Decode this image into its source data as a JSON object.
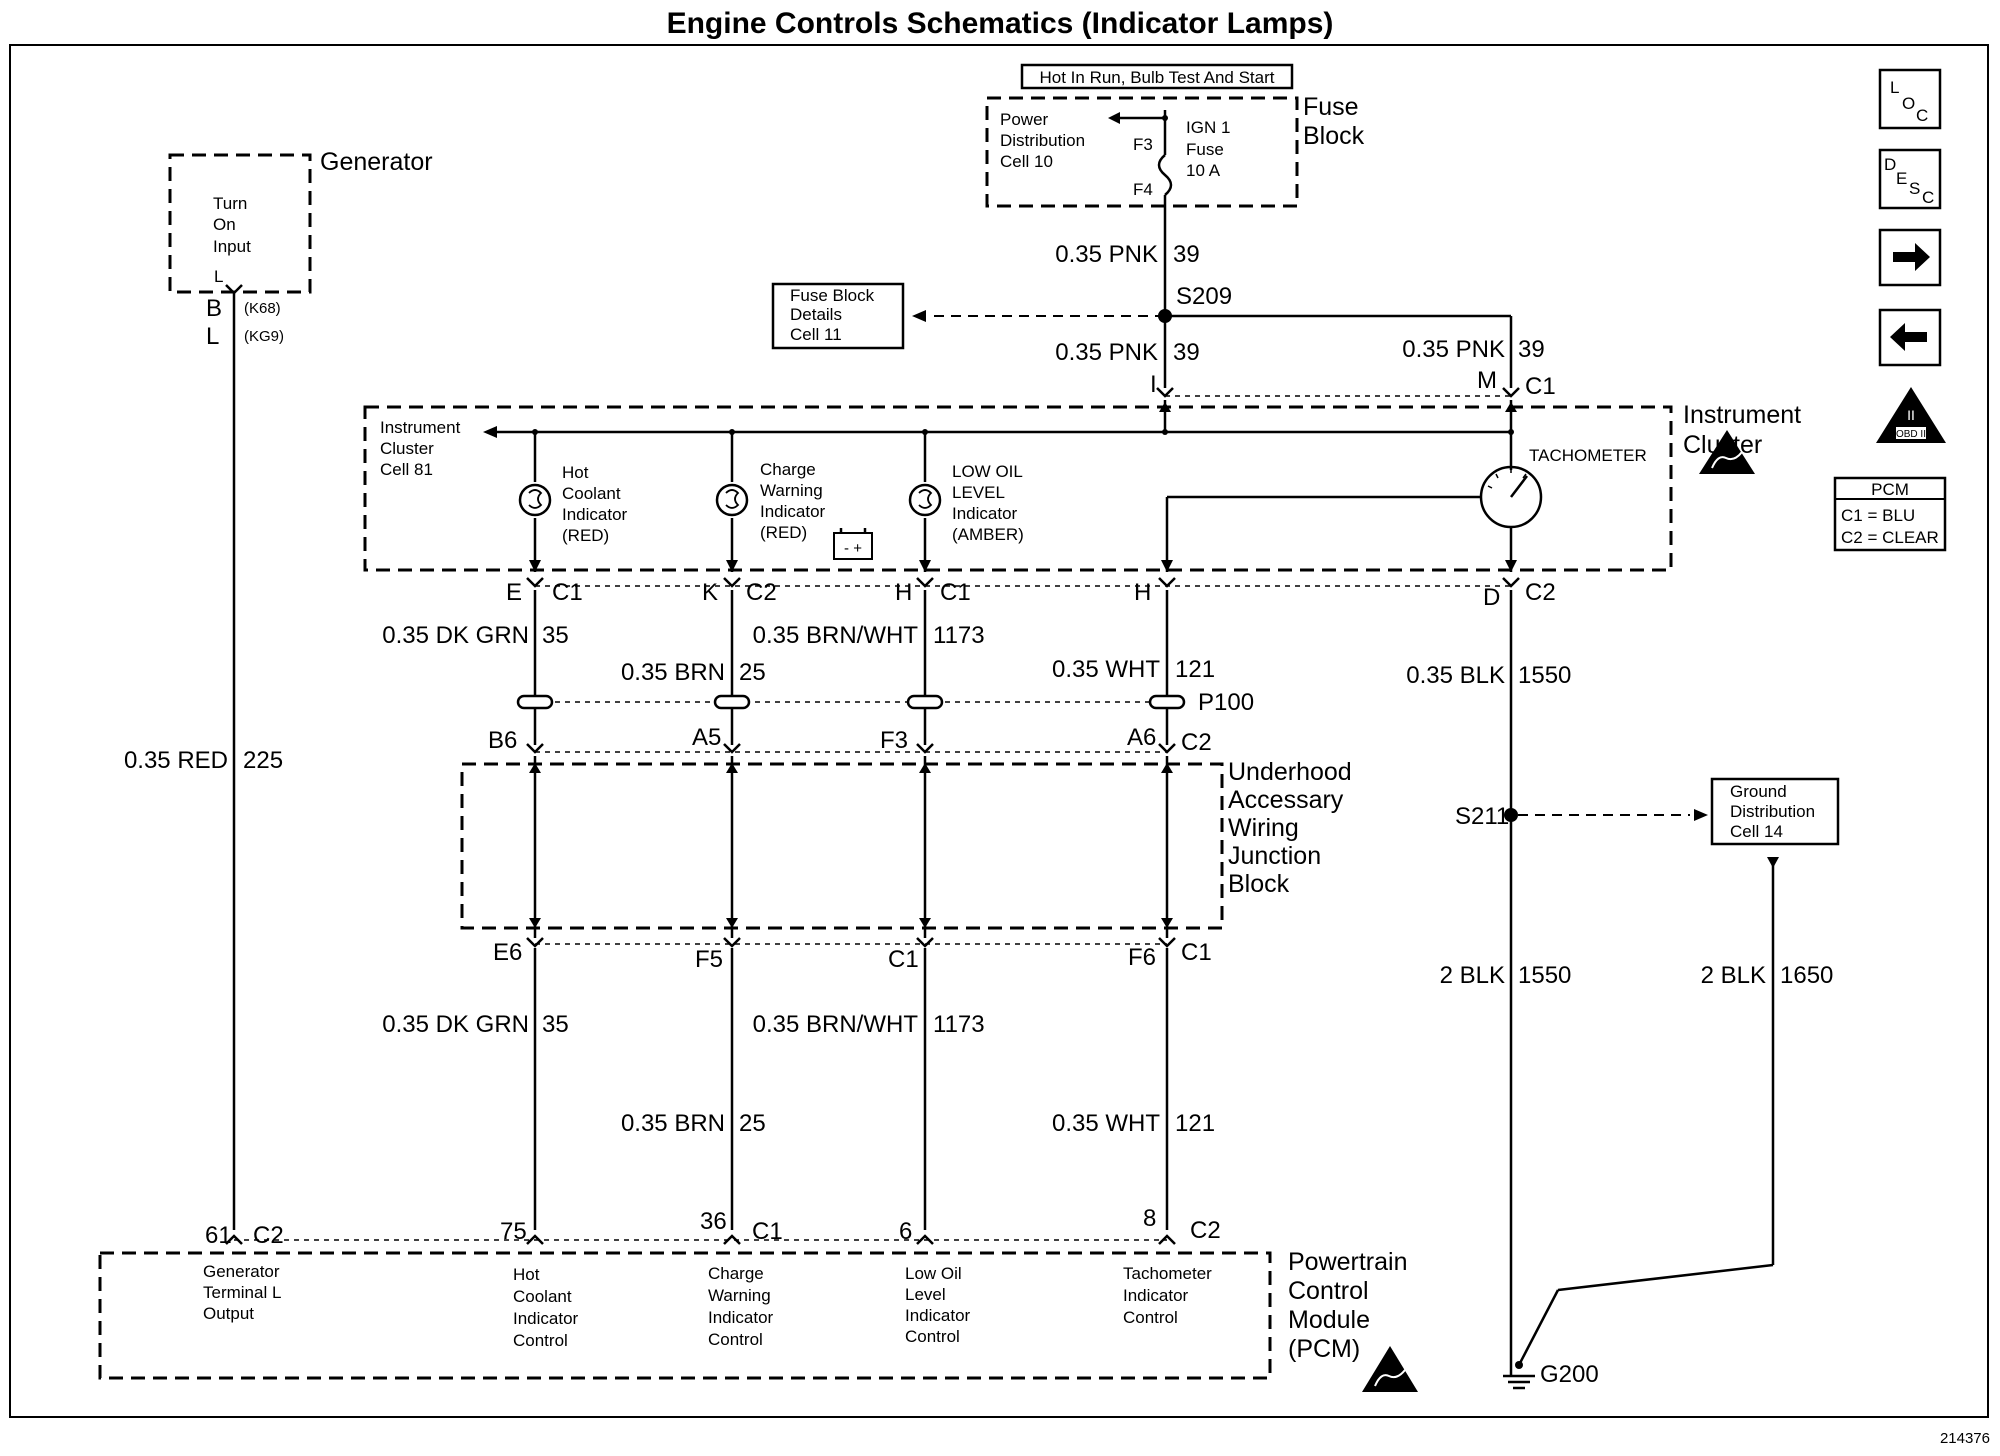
{
  "title": "Engine Controls Schematics (Indicator Lamps)",
  "figure_number": "214376",
  "hot_label": "Hot In Run, Bulb Test And Start",
  "fuse_block": {
    "label": [
      "Fuse",
      "Block"
    ],
    "power_dist": [
      "Power",
      "Distribution",
      "Cell 10"
    ],
    "fuse": [
      "IGN 1",
      "Fuse",
      "10 A"
    ],
    "f3": "F3",
    "f4": "F4"
  },
  "generator": {
    "label": "Generator",
    "inner": [
      "Turn",
      "On",
      "Input"
    ],
    "pin_l": "L",
    "pin_b": "B",
    "pin_l2": "L",
    "k68": "(K68)",
    "kg9": "(KG9)"
  },
  "fuse_block_details": [
    "Fuse Block",
    "Details",
    "Cell 11"
  ],
  "ground_dist": [
    "Ground",
    "Distribution",
    "Cell 14"
  ],
  "splices": {
    "s209": "S209",
    "s211": "S211",
    "g200": "G200",
    "p100": "P100"
  },
  "instrument_cluster": {
    "label": [
      "Instrument",
      "Cluster"
    ],
    "cell": [
      "Instrument",
      "Cluster",
      "Cell 81"
    ],
    "tachometer": "TACHOMETER",
    "indicators": [
      [
        "Hot",
        "Coolant",
        "Indicator",
        "(RED)"
      ],
      [
        "Charge",
        "Warning",
        "Indicator",
        "(RED)"
      ],
      [
        "LOW OIL",
        "LEVEL",
        "Indicator",
        "(AMBER)"
      ]
    ],
    "battery": "- +"
  },
  "underhood": [
    "Underhood",
    "Accessary",
    "Wiring",
    "Junction",
    "Block"
  ],
  "pcm": {
    "label": [
      "Powertrain",
      "Control",
      "Module",
      "(PCM)"
    ],
    "inputs": [
      [
        "Generator",
        "Terminal L",
        "Output"
      ],
      [
        "Hot",
        "Coolant",
        "Indicator",
        "Control"
      ],
      [
        "Charge",
        "Warning",
        "Indicator",
        "Control"
      ],
      [
        "Low Oil",
        "Level",
        "Indicator",
        "Control"
      ],
      [
        "Tachometer",
        "Indicator",
        "Control"
      ]
    ]
  },
  "pcm_legend": {
    "title": "PCM",
    "c1": "C1 = BLU",
    "c2": "C2 = CLEAR"
  },
  "nav_icons": {
    "loc": [
      "L",
      "O",
      "C"
    ],
    "desc": [
      "D",
      "E",
      "S",
      "C"
    ],
    "obd": "OBD II",
    "obd_num": "II"
  },
  "wires": {
    "pnk_top": [
      "0.35 PNK",
      "39"
    ],
    "pnk_mid": [
      "0.35 PNK",
      "39"
    ],
    "pnk_right": [
      "0.35 PNK",
      "39"
    ],
    "dkgrn_top": [
      "0.35 DK GRN",
      "35"
    ],
    "brn_top": [
      "0.35 BRN",
      "25"
    ],
    "brnwht_top": [
      "0.35 BRN/WHT",
      "1173"
    ],
    "wht_top": [
      "0.35 WHT",
      "121"
    ],
    "blk_top": [
      "0.35 BLK",
      "1550"
    ],
    "red": [
      "0.35 RED",
      "225"
    ],
    "dkgrn_bot": [
      "0.35 DK GRN",
      "35"
    ],
    "brnwht_bot": [
      "0.35 BRN/WHT",
      "1173"
    ],
    "brn_bot": [
      "0.35 BRN",
      "25"
    ],
    "wht_bot": [
      "0.35 WHT",
      "121"
    ],
    "blk_bot": [
      "2 BLK",
      "1550"
    ],
    "blk_gnd": [
      "2 BLK",
      "1650"
    ]
  },
  "connectors": {
    "i": "I",
    "m": "M",
    "c1": "C1",
    "c2": "C2",
    "e": "E",
    "k": "K",
    "h": "H",
    "h2": "H",
    "d": "D",
    "b6": "B6",
    "a5": "A5",
    "f3": "F3",
    "a6": "A6",
    "e6": "E6",
    "f5": "F5",
    "c1b": "C1",
    "f6": "F6",
    "p61": "61",
    "p75": "75",
    "p36": "36",
    "p6": "6",
    "p8": "8"
  }
}
